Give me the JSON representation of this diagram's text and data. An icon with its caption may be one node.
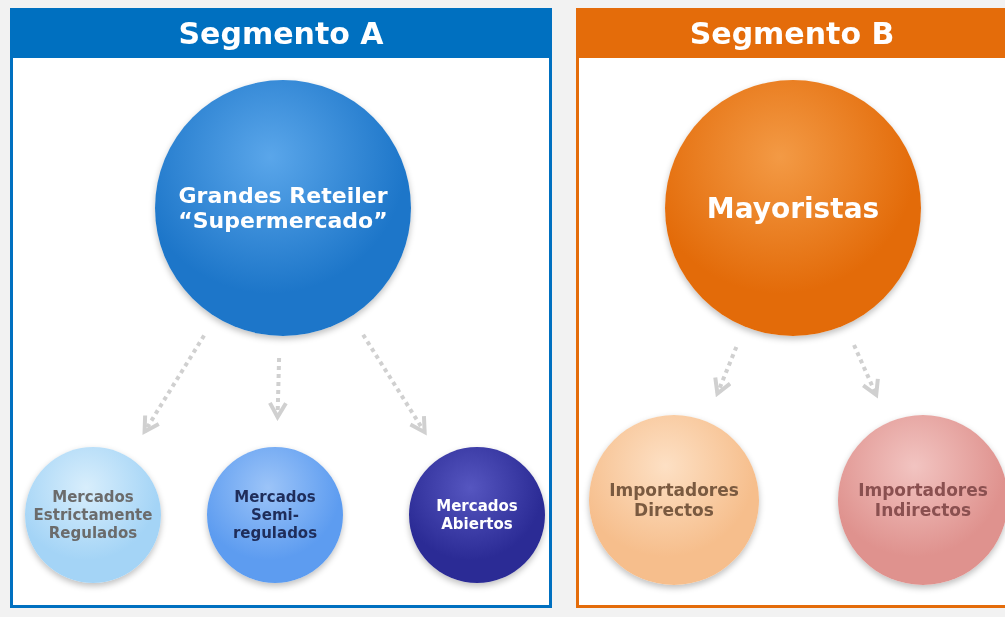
{
  "diagram": {
    "nodes": [
      {
        "text": [
          "Segmento A"
        ]
      },
      {
        "text": [
          "Grandes Reteiler “Supermercado”"
        ],
        "in": 0
      },
      {
        "text": [
          "Mercados Estrictamente Regulados"
        ],
        "in": 0
      },
      {
        "text": [
          "Mercados Semi-regulados"
        ],
        "in": 0
      },
      {
        "text": [
          "Mercados Abiertos"
        ],
        "in": 0
      },
      {
        "text": [
          "Segmento B"
        ]
      },
      {
        "text": [
          "Mayoristas"
        ],
        "in": 5
      },
      {
        "text": [
          "Importadores Directos"
        ],
        "in": 5
      },
      {
        "text": [
          "Importadores Indirectos"
        ],
        "in": 5
      }
    ],
    "edges": [
      {
        "from": 1,
        "to": 2,
        "arrow": "to",
        "style": "dashed"
      },
      {
        "from": 1,
        "to": 3,
        "arrow": "to",
        "style": "dashed"
      },
      {
        "from": 1,
        "to": 4,
        "arrow": "to",
        "style": "dashed"
      },
      {
        "from": 6,
        "to": 7,
        "arrow": "to",
        "style": "dashed"
      },
      {
        "from": 6,
        "to": 8,
        "arrow": "to",
        "style": "dashed"
      }
    ]
  }
}
